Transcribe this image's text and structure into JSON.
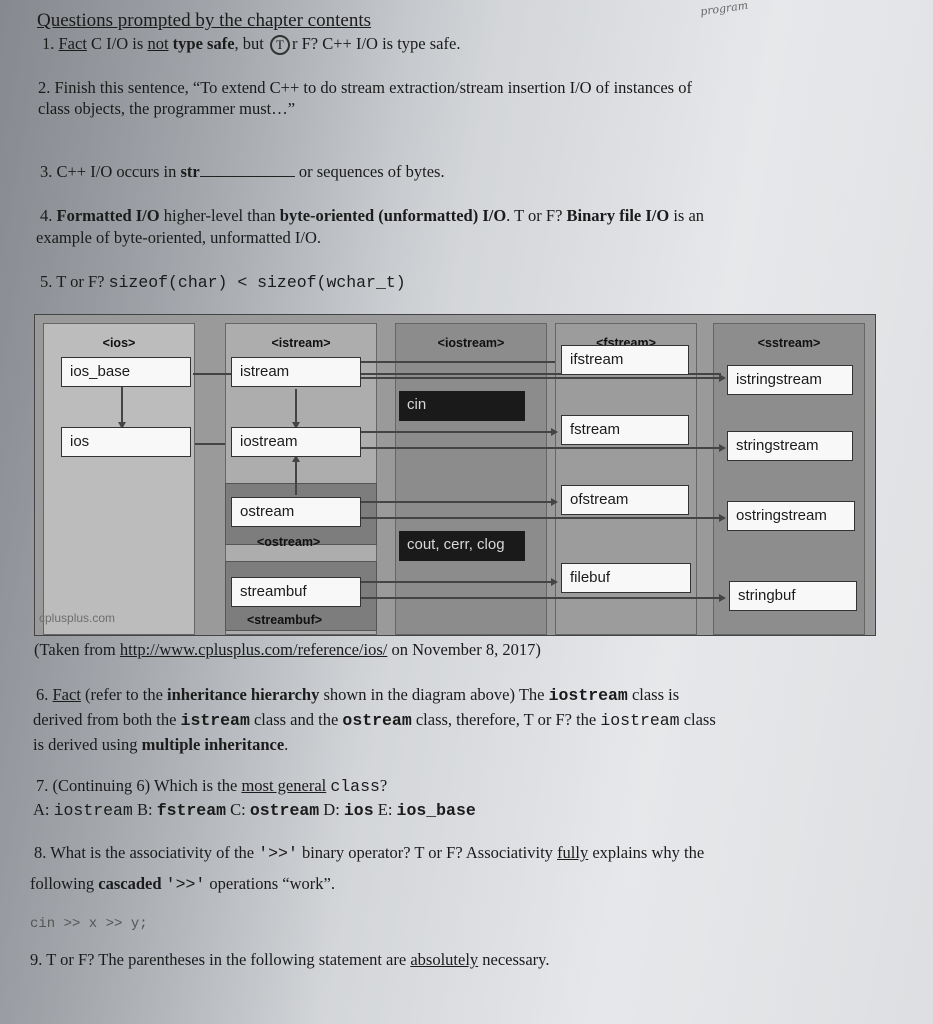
{
  "heading": "Questions prompted by the chapter contents",
  "scribble": "program",
  "q1": {
    "num": "1.",
    "fact": "Fact",
    "t1": " C I/O is ",
    "not": "not",
    "t2": " ",
    "typesafe": "type safe",
    "t3": ", but ",
    "circled": "T",
    "t4": "r F? C++ I/O is type safe."
  },
  "q2": {
    "l1": "2. Finish this sentence, “To extend C++ to do stream extraction/stream insertion I/O of instances of",
    "l2": "class objects, the programmer must…”"
  },
  "q3": {
    "t1": "3. C++ I/O occurs in ",
    "str": "str",
    "t2": " or sequences of bytes."
  },
  "q4": {
    "num": "4. ",
    "fmt": "Formatted I/O",
    "t1": " higher-level than ",
    "byte": "byte-oriented (unformatted) I/O",
    "t2": ". T or F? ",
    "bin": "Binary file I/O",
    "t3": " is an",
    "l2": "example of byte-oriented, unformatted I/O."
  },
  "q5": {
    "t1": "5. T or F? ",
    "code": "sizeof(char) < sizeof(wchar_t)"
  },
  "diagram": {
    "headers": [
      "<ios>",
      "<istream>",
      "<iostream>",
      "<fstream>",
      "<sstream>"
    ],
    "ios_base": "ios_base",
    "ios": "ios",
    "istream": "istream",
    "iostream": "iostream",
    "ostream": "ostream",
    "ostream_label": "<ostream>",
    "streambuf": "streambuf",
    "streambuf_label": "<streambuf>",
    "cin": "cin",
    "cout": "cout, cerr, clog",
    "ifstream": "ifstream",
    "fstream": "fstream",
    "ofstream": "ofstream",
    "filebuf": "filebuf",
    "istringstream": "istringstream",
    "stringstream": "stringstream",
    "ostringstream": "ostringstream",
    "stringbuf": "stringbuf",
    "credit": "cplusplus.com"
  },
  "caption": {
    "t1": "(Taken from ",
    "url": "http://www.cplusplus.com/reference/ios/",
    "t2": " on November 8, 2017)"
  },
  "q6": {
    "num": "6. ",
    "fact": "Fact",
    "t1": " (refer to the ",
    "hier": "inheritance hierarchy",
    "t2": " shown in the diagram above) The ",
    "ios1": "iostream",
    "t3": " class is",
    "t4": "derived from both the ",
    "is": "istream",
    "t5": " class and the ",
    "os": "ostream",
    "t6": " class, therefore, T or F? the ",
    "ios2": "iostream",
    "t7": " class",
    "t8": "is derived using ",
    "mi": "multiple inheritance",
    "t9": "."
  },
  "q7": {
    "t1": "7. (Continuing 6) Which is the ",
    "mg": "most general",
    "t2": " ",
    "cls": "class",
    "t3": "?",
    "a": "A: ",
    "a_v": "iostream",
    "bb": " B: ",
    "b_v": "fstream",
    "c": " C: ",
    "c_v": "ostream",
    "d": " D: ",
    "d_v": "ios",
    "e": " E: ",
    "e_v": "ios_base"
  },
  "q8": {
    "t1": "8. What is the associativity of the ",
    "op": "'>>'",
    "t2": " binary operator? T or F? Associativity ",
    "fully": "fully",
    "t3": " explains why the",
    "t4": "following ",
    "casc": "cascaded",
    "t5": " ",
    "op2": "'>>'",
    "t6": " operations “work”."
  },
  "code_line": "cin >> x >> y;",
  "q9": {
    "t1": "9. T or F? The parentheses in the following statement are ",
    "abs": "absolutely",
    "t2": " necessary."
  }
}
